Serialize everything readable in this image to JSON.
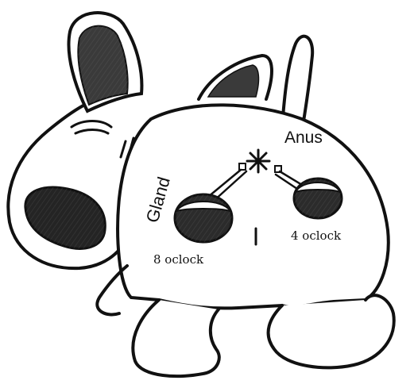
{
  "labels": {
    "anus": "Anus",
    "gland": "Gland",
    "left_gland_position": "8 oclock",
    "right_gland_position": "4 oclock"
  },
  "colors": {
    "ink": "#111111",
    "gland_fill": "#2b2b2b",
    "nose_fill": "#222222",
    "ear_shade": "#333333",
    "background": "#ffffff"
  }
}
